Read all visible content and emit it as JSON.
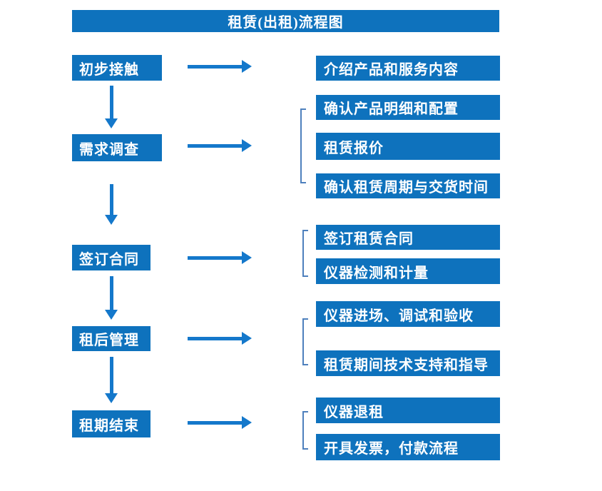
{
  "title": "租赁(出租)流程图",
  "colors": {
    "box_blue": "#0e72bd",
    "arrow_blue": "#1478cb",
    "bracket_blue": "#4e80bd",
    "text_white": "#ffffff"
  },
  "left_steps": [
    {
      "label": "初步接触"
    },
    {
      "label": "需求调查"
    },
    {
      "label": "签订合同"
    },
    {
      "label": "租后管理"
    },
    {
      "label": "租期结束"
    }
  ],
  "right_details": [
    {
      "label": "介绍产品和服务内容"
    },
    {
      "label": "确认产品明细和配置"
    },
    {
      "label": "租赁报价"
    },
    {
      "label": "确认租赁周期与交货时间"
    },
    {
      "label": "签订租赁合同"
    },
    {
      "label": "仪器检测和计量"
    },
    {
      "label": "仪器进场、调试和验收"
    },
    {
      "label": "租赁期间技术支持和指导"
    },
    {
      "label": "仪器退租"
    },
    {
      "label": "开具发票，付款流程"
    }
  ]
}
